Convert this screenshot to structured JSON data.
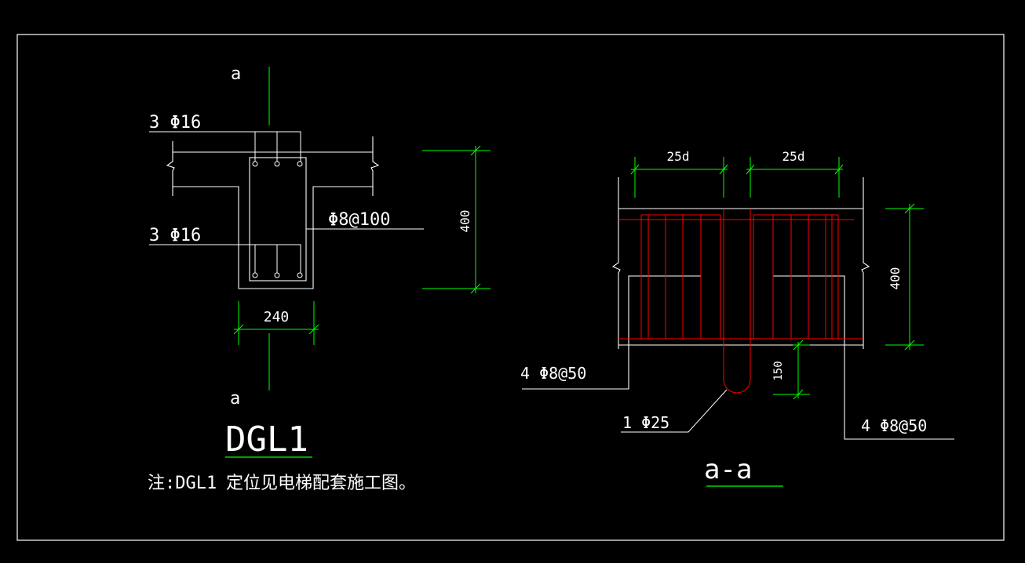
{
  "colors": {
    "background": "#000000",
    "frame": "#ffffff",
    "text": "#ffffff",
    "dimension": "#00ff00",
    "leader": "#00ffff",
    "concrete": "#ffffff",
    "rebar": "#ff0000"
  },
  "section_dgl1": {
    "cut_mark_top": "a",
    "cut_mark_bottom": "a",
    "top_bar": "3 Φ16",
    "bottom_bar": "3 Φ16",
    "stirrup": "Φ8@100",
    "height_dim": "400",
    "width_dim": "240",
    "title": "DGL1"
  },
  "note": {
    "prefix": "注:DGL1",
    "text": "定位见电梯配套施工图。"
  },
  "section_aa": {
    "anchor_left": "25d",
    "anchor_right": "25d",
    "height_dim": "400",
    "hook_dim": "150",
    "left_stirrup": "4 Φ8@50",
    "right_stirrup": "4 Φ8@50",
    "hook_bar": "1 Φ25",
    "title": "a-a"
  }
}
